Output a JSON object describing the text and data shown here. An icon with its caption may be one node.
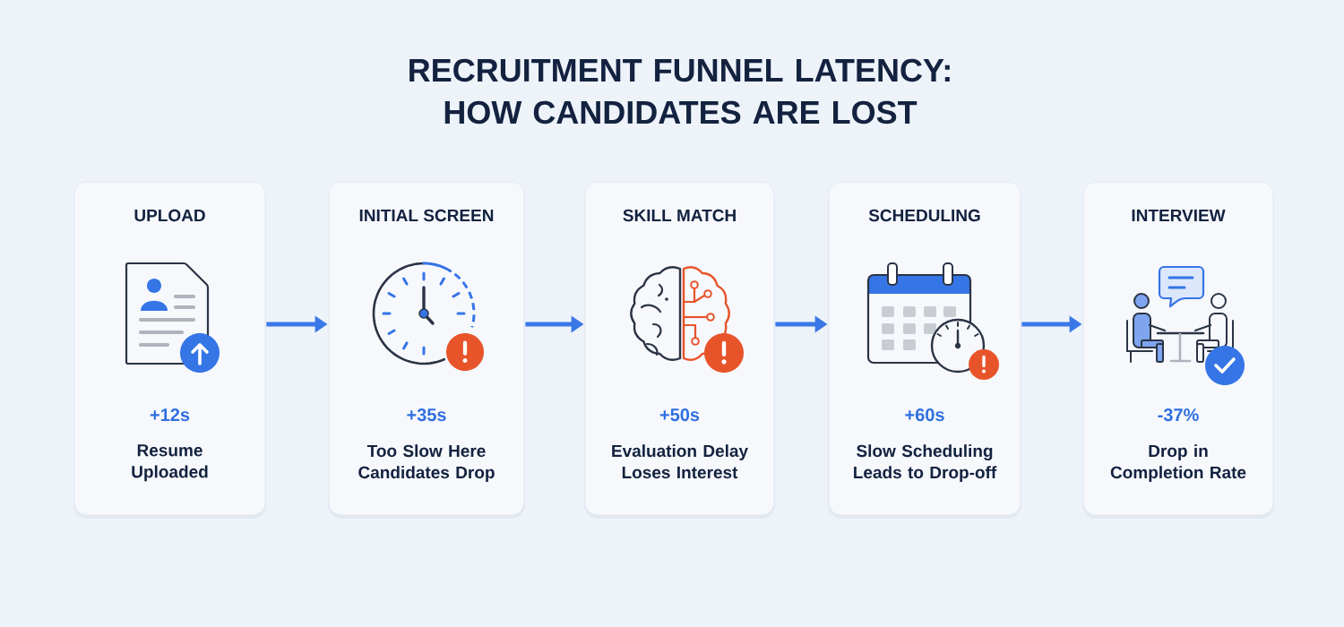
{
  "diagram": {
    "title": "RECRUITMENT FUNNEL LATENCY: HOW CANDIDATES ARE LOST",
    "nodes": [
      {
        "text": [
          "UPLOAD",
          "+12s",
          "Resume Uploaded"
        ]
      },
      {
        "text": [
          "INITIAL SCREEN",
          "+35s",
          "Too Slow Here Candidates Drop"
        ]
      },
      {
        "text": [
          "SKILL MATCH",
          "+50s",
          "Evaluation Delay Loses Interest"
        ]
      },
      {
        "text": [
          "SCHEDULING",
          "+60s",
          "Slow Scheduling Leads to Drop-off"
        ]
      },
      {
        "text": [
          "INTERVIEW",
          "-37%",
          "Drop in Completion Rate"
        ]
      }
    ],
    "edges": [
      {
        "from": 0,
        "to": 1,
        "arrow": "to"
      },
      {
        "from": 1,
        "to": 2,
        "arrow": "to"
      },
      {
        "from": 2,
        "to": 3,
        "arrow": "to"
      },
      {
        "from": 3,
        "to": 4,
        "arrow": "to"
      }
    ]
  }
}
